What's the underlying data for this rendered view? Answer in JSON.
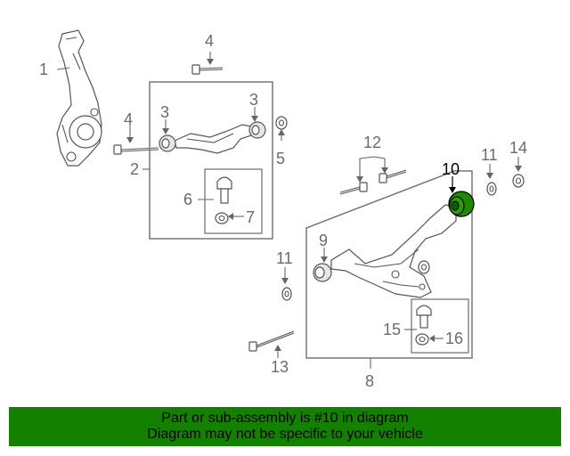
{
  "diagram": {
    "callouts": {
      "c1": "1",
      "c2": "2",
      "c3a": "3",
      "c3b": "3",
      "c4a": "4",
      "c4b": "4",
      "c5": "5",
      "c6": "6",
      "c7": "7",
      "c8": "8",
      "c9": "9",
      "c10": "10",
      "c11a": "11",
      "c11b": "11",
      "c12": "12",
      "c13": "13",
      "c14": "14",
      "c15": "15",
      "c16": "16"
    },
    "highlighted_part": "10",
    "highlight_color": "#1f8a00"
  },
  "banner": {
    "line1": "Part or sub-assembly is #10 in diagram",
    "line2": "Diagram may not be specific to your vehicle",
    "background": "#138000"
  }
}
